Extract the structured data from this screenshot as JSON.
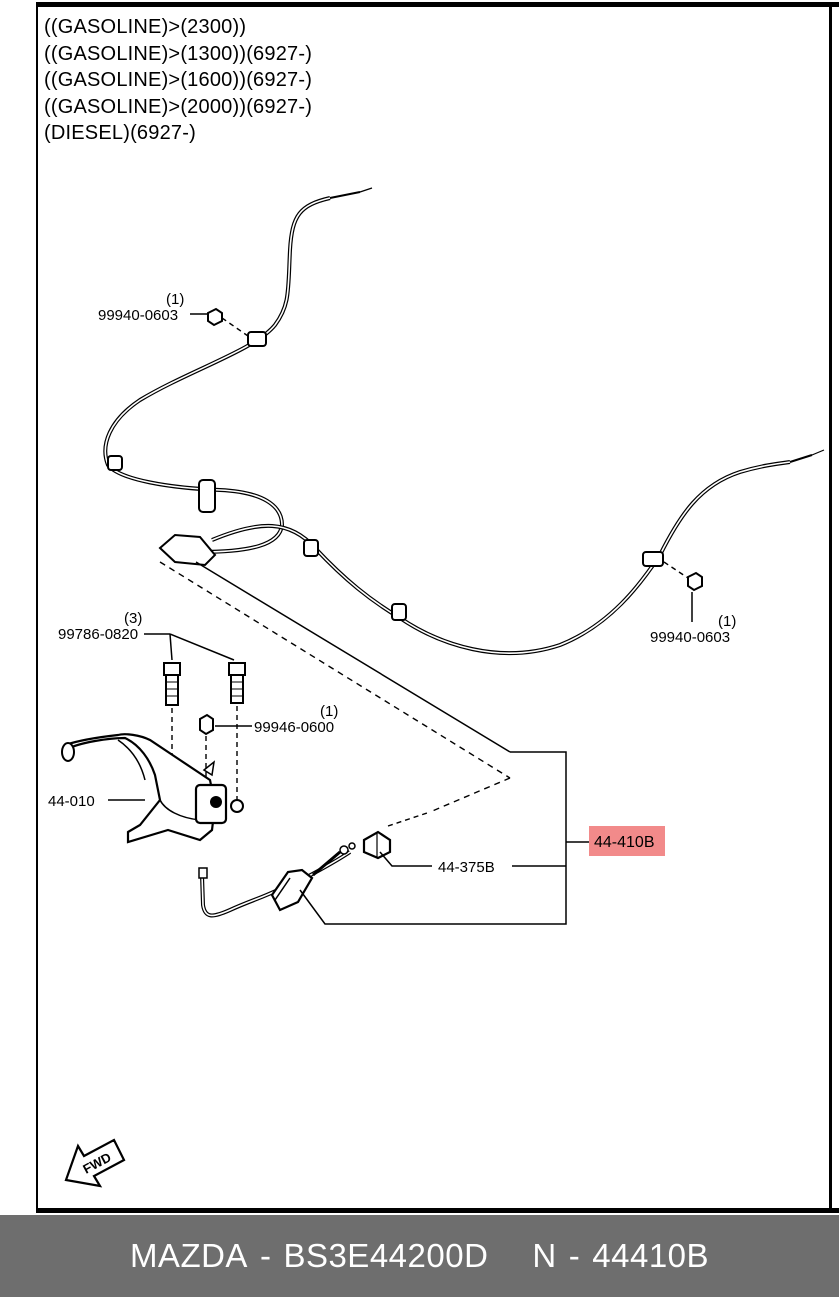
{
  "applicability": [
    "((GASOLINE)>(2300))",
    "((GASOLINE)>(1300))(6927-)",
    "((GASOLINE)>(1600))(6927-)",
    "((GASOLINE)>(2000))(6927-)",
    "(DIESEL)(6927-)"
  ],
  "callouts": {
    "nut_upper_qty": "(1)",
    "nut_upper_part": "99940-0603",
    "nut_right_qty": "(1)",
    "nut_right_part": "99940-0603",
    "bolt_qty": "(3)",
    "bolt_part": "99786-0820",
    "nut_lever_qty": "(1)",
    "nut_lever_part": "99946-0600",
    "lever_part": "44-010",
    "front_cable_part": "44-410B",
    "adjuster_part": "44-375B"
  },
  "fwd_marker": "FWD",
  "highlight_color": "#f28a8a",
  "footer": {
    "brand": "MAZDA",
    "separator": "-",
    "part_number": "BS3E44200D",
    "n_label": "N",
    "n_separator": "-",
    "n_number": "44410B"
  }
}
